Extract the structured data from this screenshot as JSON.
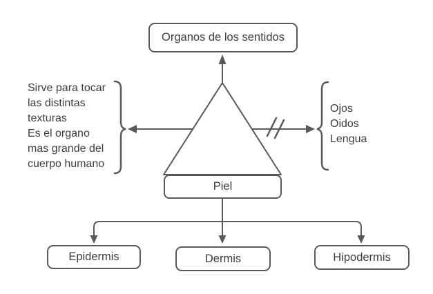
{
  "diagram": {
    "colors": {
      "stroke": "#595959",
      "text": "#3d3d3d",
      "node_fill": "#ffffff",
      "background": "#ffffff"
    },
    "nodes": {
      "sense_organs": {
        "label": "Organos de los sentidos"
      },
      "piel": {
        "label": "Piel"
      },
      "children": [
        {
          "label": "Epidermis"
        },
        {
          "label": "Dermis"
        },
        {
          "label": "Hipodermis"
        }
      ]
    },
    "left_note": {
      "lines": [
        "Sirve para tocar",
        "las distintas",
        "texturas",
        "Es el organo",
        "mas grande del",
        "cuerpo humano"
      ]
    },
    "right_note": {
      "lines": [
        "Ojos",
        "Oidos",
        "Lengua"
      ]
    }
  }
}
